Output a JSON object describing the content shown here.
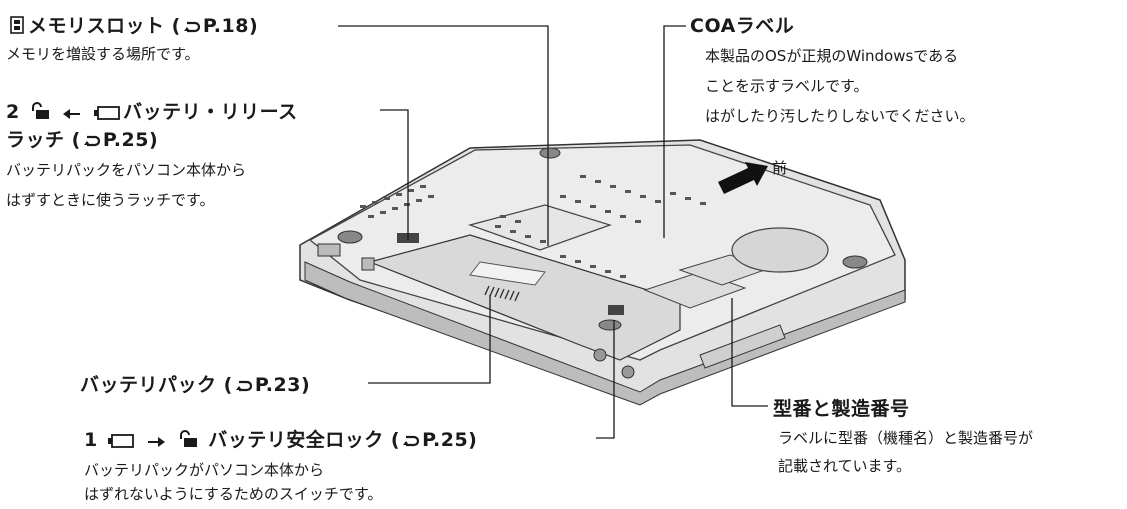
{
  "memory_slot": {
    "title": "メモリスロット",
    "ref": "P.18",
    "desc": "メモリを増設する場所です。"
  },
  "battery_release": {
    "step": "2",
    "title_1": "バッテリ・リリース",
    "title_2": "ラッチ",
    "ref": "P.25",
    "desc_1": "バッテリパックをパソコン本体から",
    "desc_2": "はずすときに使うラッチです。"
  },
  "coa_label": {
    "title": "COAラベル",
    "desc_1": "本製品のOSが正規のWindowsである",
    "desc_2": "ことを示すラベルです。",
    "desc_3": "はがしたり汚したりしないでください。"
  },
  "front": {
    "label": "前"
  },
  "battery_pack": {
    "title": "バッテリパック",
    "ref": "P.23"
  },
  "battery_lock": {
    "step": "1",
    "title": "バッテリ安全ロック",
    "ref": "P.25",
    "desc_1": "バッテリパックがパソコン本体から",
    "desc_2": "はずれないようにするためのスイッチです。"
  },
  "model_number": {
    "title": "型番と製造番号",
    "desc_1": "ラベルに型番（機種名）と製造番号が",
    "desc_2": "記載されています。"
  },
  "icons": {
    "memory": "memory-chip-icon",
    "ref": "reference-arrow-icon",
    "lock_open": "padlock-open-icon",
    "arrow": "right-arrow-icon",
    "battery": "battery-icon"
  }
}
